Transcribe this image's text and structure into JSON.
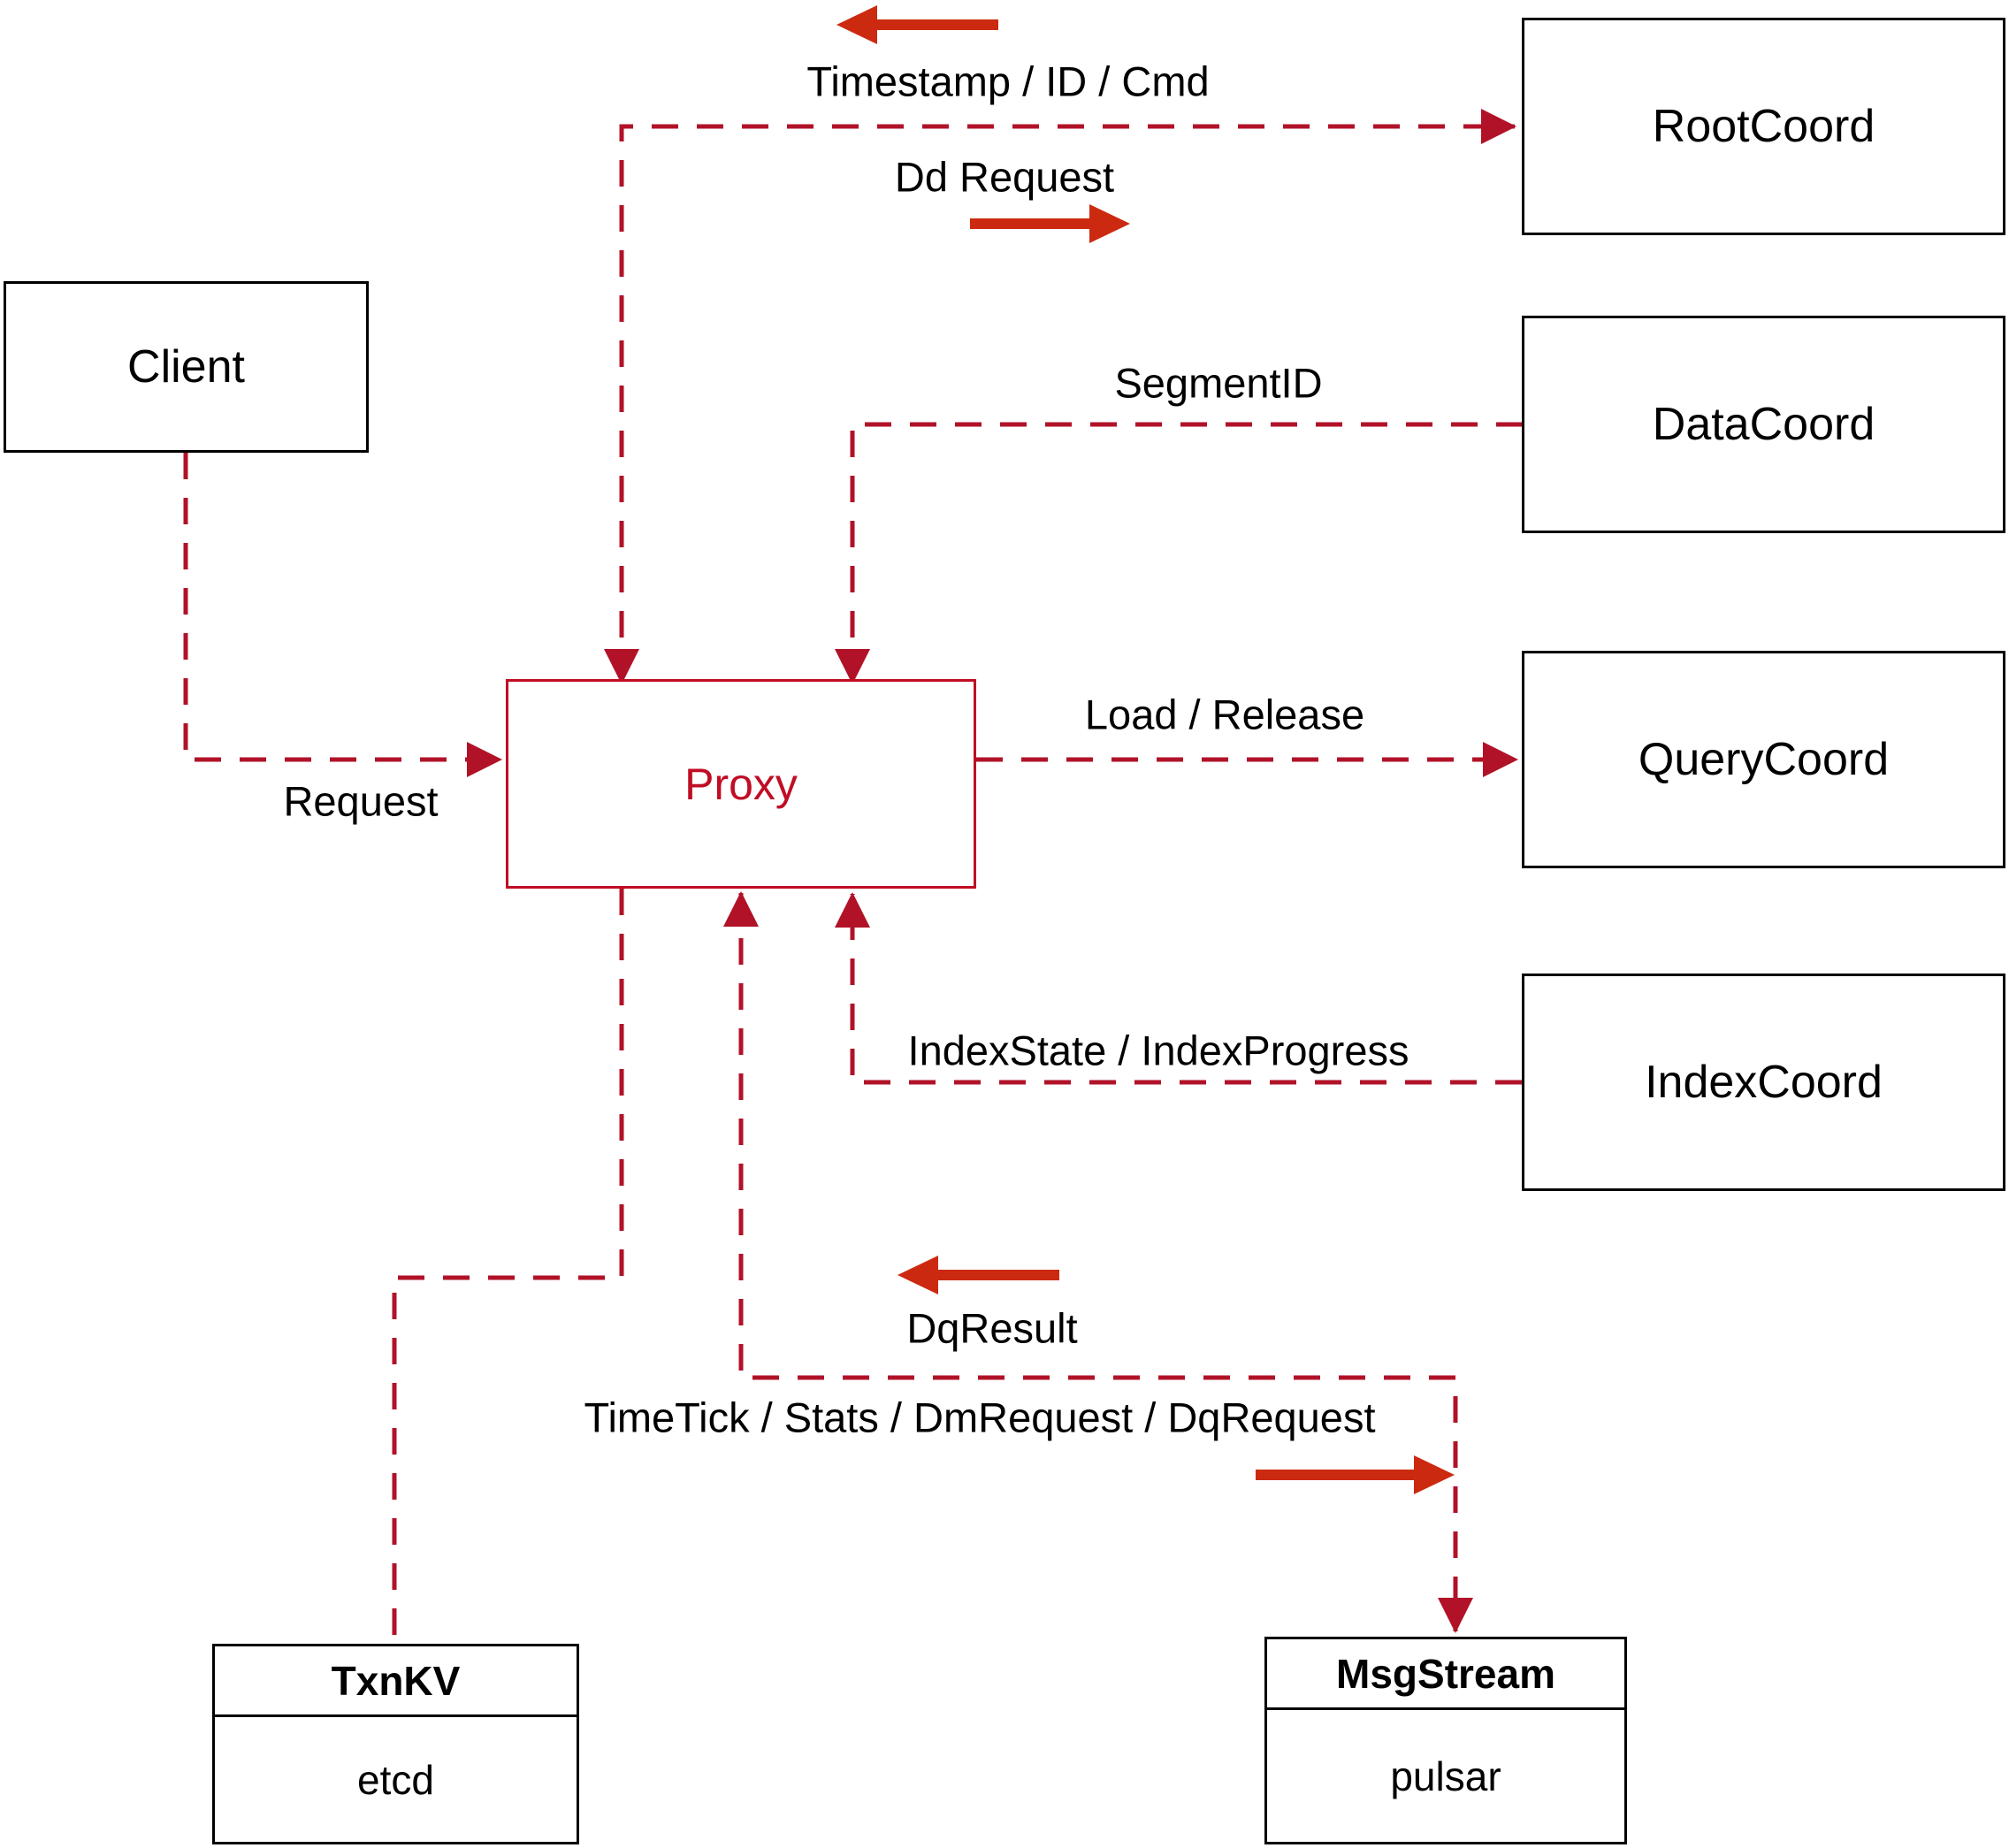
{
  "diagram": {
    "nodes": {
      "client": {
        "label": "Client"
      },
      "proxy": {
        "label": "Proxy"
      },
      "root_coord": {
        "label": "RootCoord"
      },
      "data_coord": {
        "label": "DataCoord"
      },
      "query_coord": {
        "label": "QueryCoord"
      },
      "index_coord": {
        "label": "IndexCoord"
      },
      "txn_kv": {
        "title": "TxnKV",
        "impl": "etcd"
      },
      "msg_stream": {
        "title": "MsgStream",
        "impl": "pulsar"
      }
    },
    "edge_labels": {
      "timestamp_id_cmd": "Timestamp / ID / Cmd",
      "dd_request": "Dd Request",
      "segment_id": "SegmentID",
      "request": "Request",
      "load_release": "Load / Release",
      "index_state": "IndexState / IndexProgress",
      "dq_result": "DqResult",
      "time_tick": "TimeTick / Stats / DmRequest / DqRequest"
    },
    "colors": {
      "edge_red": "#b11228",
      "proxy_accent": "#c00d24",
      "solid_arrow_red": "#cc2a10",
      "node_border": "#000000",
      "background": "#ffffff"
    }
  }
}
